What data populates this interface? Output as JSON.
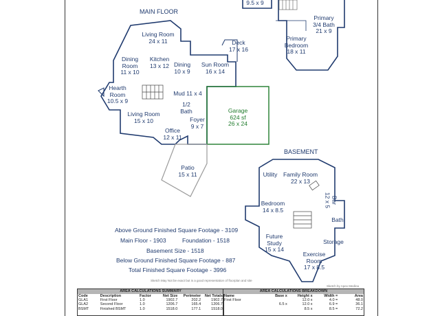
{
  "floor_titles": {
    "main": "MAIN FLOOR",
    "basement": "BASEMENT"
  },
  "rooms_main": {
    "living_top": [
      "Living Room",
      "24 x 11"
    ],
    "dining_left": [
      "Dining",
      "Room",
      "11 x 10"
    ],
    "kitchen": [
      "Kitchen",
      "13 x 12"
    ],
    "dining_mid": [
      "Dining",
      "10 x 9"
    ],
    "sun_room": [
      "Sun Room",
      "16 x 14"
    ],
    "deck": [
      "Deck",
      "17 x 16"
    ],
    "hearth": [
      "Hearth",
      "Room",
      "10.5 x 9"
    ],
    "mud": [
      "Mud 11 x 4"
    ],
    "half_bath": [
      "1/2",
      "Bath"
    ],
    "living_bottom": [
      "Living Room",
      "15 x 10"
    ],
    "foyer": [
      "Foyer",
      "9 x 7"
    ],
    "office": [
      "Office",
      "12 x 11"
    ],
    "garage": [
      "Garage",
      "624 sf",
      "26 x 24"
    ],
    "patio": [
      "Patio",
      "15 x 11"
    ]
  },
  "rooms_upper": {
    "top_dim": [
      "9.5 x 9"
    ],
    "primary_bath": [
      "Primary",
      "3/4 Bath",
      "21 x 9"
    ],
    "primary_bedroom": [
      "Primary",
      "Bedroom",
      "18 x 11"
    ]
  },
  "rooms_basement": {
    "utility": [
      "Utility"
    ],
    "family": [
      "Family Room",
      "22 x 13"
    ],
    "bar": [
      "Bar",
      "12 x 5"
    ],
    "bedroom": [
      "Bedroom",
      "14 x 8.5"
    ],
    "bath": [
      "Bath"
    ],
    "study": [
      "Future",
      "Study",
      "15 x 14"
    ],
    "storage": [
      "Storage"
    ],
    "exercise": [
      "Exercise",
      "Room",
      "17 x 8.5"
    ]
  },
  "summary": {
    "above": "Above Ground Finished Square Footage - 3109",
    "main_floor": "Main Floor - 1903",
    "foundation": "Foundation - 1518",
    "basement_size": "Basement Size - 1518",
    "below": "Below Ground Finished Square Footage - 887",
    "total": "Total Finished Square Footage - 3996",
    "disclaimer": "Sketch May Not be exact but is a good representation of floorplan and site",
    "credit": "Sketch by Apex Medina"
  },
  "area_summary": {
    "title": "AREA CALCULATIONS SUMMARY",
    "headers": [
      "Code",
      "Description",
      "Factor",
      "Net Size",
      "Perimeter",
      "Net Totals"
    ],
    "rows": [
      [
        "GLA1",
        "First Floor",
        "1.0",
        "1902.7",
        "202.2",
        "1902.7"
      ],
      [
        "GLA2",
        "Second Floor",
        "1.0",
        "1206.7",
        "165.4",
        "1206.7"
      ],
      [
        "BSMT",
        "Finished BSMT",
        "1.0",
        "1518.0",
        "177.1",
        "1518.0"
      ]
    ]
  },
  "area_breakdown": {
    "title": "AREA CALCULATIONS BREAKDOWN",
    "headers": [
      "Name",
      "Base x",
      "Height x",
      "Width =",
      "Area"
    ],
    "rows": [
      [
        "First Floor",
        "",
        "12.0 x",
        "4.0 =",
        "48.0"
      ],
      [
        "",
        "6.5 x",
        "12.0 x",
        "6.9 =",
        "36.1"
      ],
      [
        "",
        "",
        "8.5 x",
        "8.5 =",
        "72.2"
      ]
    ]
  }
}
